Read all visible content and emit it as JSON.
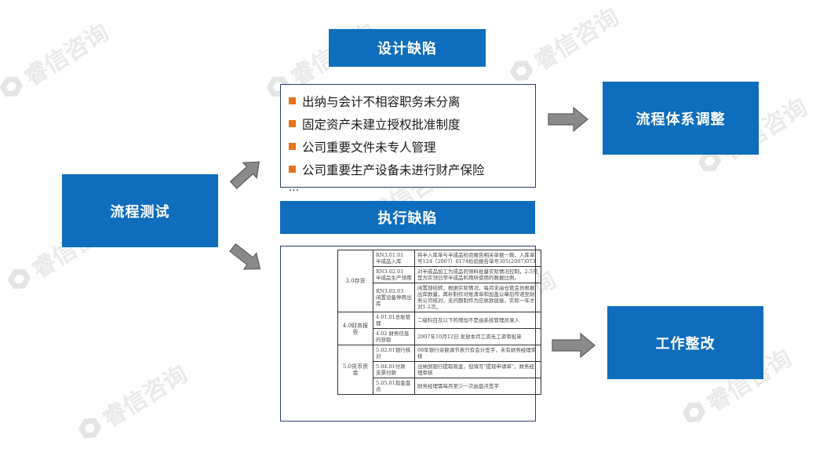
{
  "watermark": {
    "text": "睿信咨询"
  },
  "nodes": {
    "process_test": "流程测试",
    "design_defect": "设计缺陷",
    "execution_defect": "执行缺陷",
    "process_adjust": "流程体系调整",
    "work_rectify": "工作整改"
  },
  "design_defects": [
    "出纳与会计不相容职务未分离",
    "固定资产未建立授权批准制度",
    "公司重要文件未专人管理",
    "公司重要生产设备未进行财产保险"
  ],
  "design_ellipsis": "…",
  "exec_table": {
    "rows": [
      {
        "cat": "3.0存货",
        "code": "RN3.01.01\n半成品入库",
        "desc": "将半入库单与半成品检验报告相关单据一致，入库单号124（2007）0174检验报告单号305(2007)073"
      },
      {
        "cat": "",
        "code": "RN3.02.01\n半成品生产领用",
        "desc": "对半成品加工为成品的领料批量实际情况控制，2.5只是为实领日常半成品利用所使用的数据比例。"
      },
      {
        "cat": "",
        "code": "RN3.02.03\n闲置设备停用出库",
        "desc": "闲置部结转，根据实际情况，每月末由仓管会员根据出库数量，再补制作对账清单和加盖公章后传递至财务公司核对，无问题制作为应收款链接，实际一年才对1-2次。"
      },
      {
        "cat": "4.0财务报告",
        "code": "4.01.01总账管理",
        "desc": "二级科目及以下的增加不是由系统管理员录入"
      },
      {
        "cat": "",
        "code": "4.02 财务信息的获取",
        "desc": "2007年10月12日 发放本月工资无工资审批单"
      },
      {
        "cat": "5.0货币资金",
        "code": "5.02.01银行核对",
        "desc": "08年银行余额调节表只有会计签字，未有财务经理审核"
      },
      {
        "cat": "",
        "code": "5.04.01付款 支票付款",
        "desc": "出纳到银行提取现金，但填写\"提现申请单\"，财务经理审核"
      },
      {
        "cat": "",
        "code": "5.05.01现金盘点",
        "desc": "财务经理需每月至少一次由盘点签字"
      }
    ]
  },
  "colors": {
    "box": "#0e6dbc",
    "bullet": "#e8731b",
    "arrow": "#7f7f7f"
  }
}
